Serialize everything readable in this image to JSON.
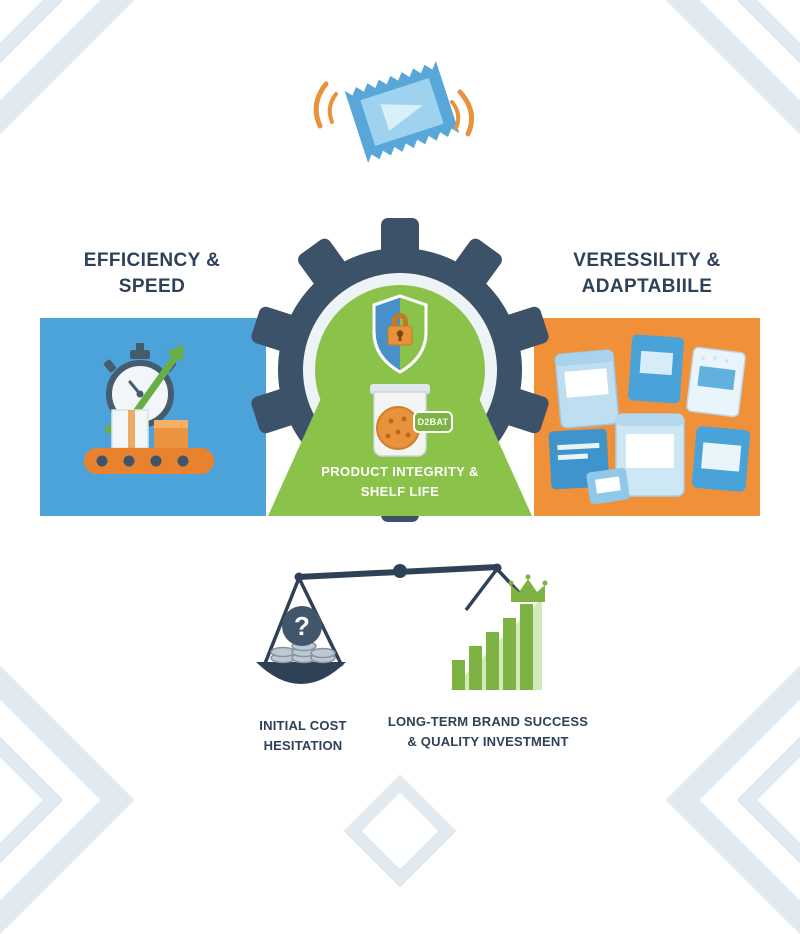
{
  "headings": {
    "left": "EFFICIENCY &\nSPEED",
    "right": "VERESSILITY &\nADAPTABIILE"
  },
  "center": {
    "caption": "PRODUCT INTEGRITY &\nSHELF LIFE",
    "package_tag": "D2BAT"
  },
  "scale": {
    "question_mark": "?",
    "left_label": "INITIAL COST\nHESITATION",
    "right_label": "LONG-TERM BRAND SUCCESS\n& QUALITY INVESTMENT"
  },
  "colors": {
    "blue_panel": "#4ba3d9",
    "orange_panel": "#f0913a",
    "green": "#8bc34a",
    "chart_green": "#7cb342",
    "dark_slate": "#3b5268",
    "scale_dark": "#2e4156",
    "corner_decor": "#e2eaf1"
  },
  "icons": {
    "top": "flow-wrap-package-icon",
    "left_panel": [
      "stopwatch-icon",
      "growth-arrow-icon",
      "conveyor-belt-icon"
    ],
    "center_panel": [
      "gear-icon",
      "shield-lock-icon",
      "food-package-icon"
    ],
    "right_panel": "packaging-variety-icons",
    "bottom": [
      "balance-scale-icon",
      "question-badge-icon",
      "coins-icon",
      "growth-chart-icon",
      "crown-icon"
    ]
  }
}
